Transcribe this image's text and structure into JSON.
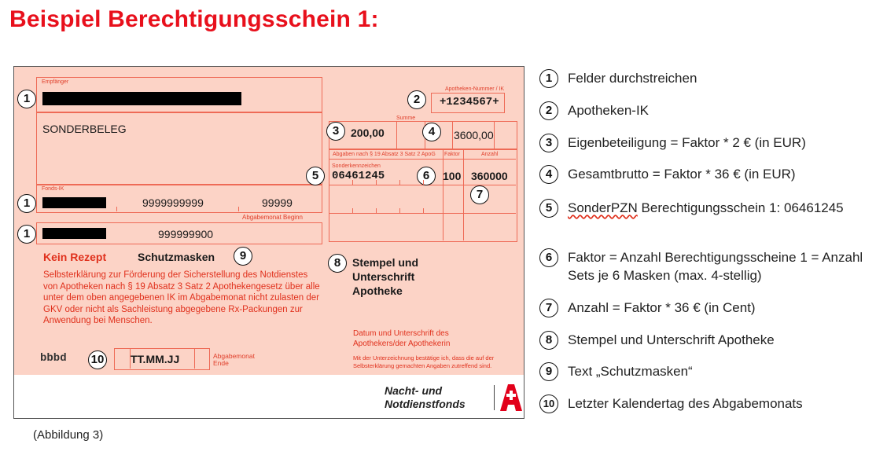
{
  "title": "Beispiel Berechtigungsschein 1:",
  "caption": "(Abbildung 3)",
  "form": {
    "labels": {
      "empfaenger": "Empfänger",
      "apotheken_nummer": "Apotheken-Nummer / IK",
      "summe": "Summe",
      "abgaben": "Abgaben nach § 19 Absatz 3 Satz 2 ApoG",
      "faktor": "Faktor",
      "anzahl": "Anzahl",
      "sonderkennzeichen": "Sonderkennzeichen",
      "fonds_ik": "Fonds-IK",
      "abgabemonat_beginn": "Abgabemonat Beginn",
      "abgabemonat_ende": "Abgabemonat Ende"
    },
    "sonderbeleg": "SONDERBELEG",
    "ik": "+1234567+",
    "eigenbeteiligung": "200,00",
    "gesamtbrutto": "3600,00",
    "sonder_pzn": "06461245",
    "faktor": "100",
    "anzahl": "360000",
    "fonds_ik_1": "9999999999",
    "fonds_ik_2": "99999",
    "fonds_3": "999999900",
    "kein_rezept": "Kein Rezept",
    "schutzmasken": "Schutzmasken",
    "erklaerung": "Selbsterklärung zur Förderung der Sicherstellung des Notdienstes von Apotheken nach § 19 Absatz 3 Satz 2 Apothekengesetz über alle unter dem oben angegebenen IK im Abgabemonat nicht zulasten der GKV oder nicht als Sachleistung abgegebene Rx-Packungen zur Anwendung bei Menschen.",
    "stempel": "Stempel und Unterschrift Apotheke",
    "datum_unterschrift": "Datum und Unterschrift des Apothekers/der Apothekerin",
    "bestaetigung": "Mit der Unterzeichnung bestätige ich, dass die auf der Selbsterklärung gemachten Angaben zutreffend sind.",
    "code": "bbbd",
    "datum": "TT.MM.JJ",
    "logo": {
      "line1": "Nacht- und",
      "line2": "Notdienstfonds"
    }
  },
  "markers": [
    "1",
    "2",
    "3",
    "4",
    "5",
    "6",
    "7",
    "8",
    "9",
    "10"
  ],
  "legend": [
    {
      "num": "1",
      "text": "Felder durchstreichen"
    },
    {
      "num": "2",
      "text": "Apotheken-IK"
    },
    {
      "num": "3",
      "text": "Eigenbeteiligung = Faktor * 2 € (in EUR)"
    },
    {
      "num": "4",
      "text": "Gesamtbrutto = Faktor * 36 € (in EUR)"
    },
    {
      "num": "5",
      "text_a": "SonderPZN",
      "text_b": " Berechtigungsschein 1: 06461245"
    },
    {
      "num": "6",
      "text": "Faktor = Anzahl Berechtigungsscheine 1 = Anzahl Sets je 6 Masken (max. 4-stellig)"
    },
    {
      "num": "7",
      "text": "Anzahl = Faktor * 36 € (in Cent)"
    },
    {
      "num": "8",
      "text": "Stempel und Unterschrift Apotheke"
    },
    {
      "num": "9",
      "text": "Text „Schutzmasken“"
    },
    {
      "num": "10",
      "text": "Letzter Kalendertag des Abgabemonats"
    }
  ],
  "colors": {
    "title_red": "#e8101c",
    "form_pink": "#fcd3c6",
    "form_line": "#ee6a56",
    "logo_red": "#e2001a"
  }
}
